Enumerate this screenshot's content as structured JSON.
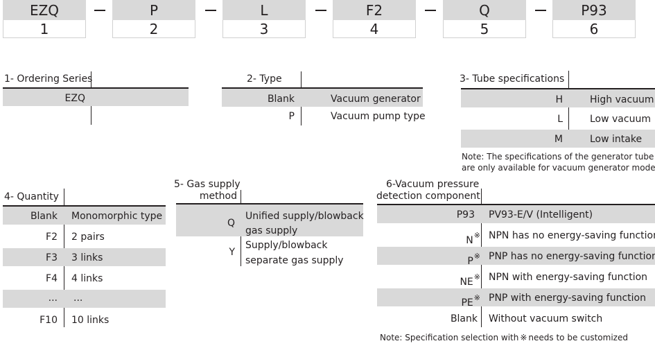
{
  "codes": [
    {
      "top": "EZQ",
      "bottom": "1"
    },
    {
      "top": "P",
      "bottom": "2"
    },
    {
      "top": "L",
      "bottom": "3"
    },
    {
      "top": "F2",
      "bottom": "4"
    },
    {
      "top": "Q",
      "bottom": "5"
    },
    {
      "top": "P93",
      "bottom": "6"
    }
  ],
  "t1": {
    "title": "1- Ordering Series",
    "rows": [
      {
        "code": "EZQ",
        "desc": ""
      }
    ]
  },
  "t2": {
    "title": "2- Type",
    "rows": [
      {
        "code": "Blank",
        "desc": "Vacuum generator"
      },
      {
        "code": "P",
        "desc": "Vacuum pump type"
      }
    ]
  },
  "t3": {
    "title": "3- Tube specifications",
    "rows": [
      {
        "code": "H",
        "desc": "High vacuum"
      },
      {
        "code": "L",
        "desc": "Low vacuum"
      },
      {
        "code": "M",
        "desc": "Low intake"
      }
    ],
    "note1": "Note: The specifications of the generator tube",
    "note2": "are only available for vacuum generator models"
  },
  "t4": {
    "title": "4- Quantity",
    "rows": [
      {
        "code": "Blank",
        "desc": "Monomorphic type"
      },
      {
        "code": "F2",
        "desc": "2 pairs"
      },
      {
        "code": "F3",
        "desc": "3 links"
      },
      {
        "code": "F4",
        "desc": "4 links"
      },
      {
        "code": "...",
        "desc": "..."
      },
      {
        "code": "F10",
        "desc": "10 links"
      }
    ]
  },
  "t5": {
    "title1": "5- Gas supply",
    "title2": "method",
    "rows": [
      {
        "code": "Q",
        "desc1": "Unified supply/blowback",
        "desc2": "gas supply"
      },
      {
        "code": "Y",
        "desc1": "Supply/blowback",
        "desc2": "separate gas supply"
      }
    ]
  },
  "t6": {
    "title1": "6-Vacuum pressure",
    "title2": "detection component",
    "rows": [
      {
        "code": "P93",
        "desc": "PV93-E/V (Intelligent)"
      },
      {
        "code": "N",
        "desc": "NPN has no energy-saving function"
      },
      {
        "code": "P",
        "desc": "PNP has no energy-saving function"
      },
      {
        "code": "NE",
        "desc": "NPN with energy-saving function"
      },
      {
        "code": "PE",
        "desc": "PNP with energy-saving function"
      },
      {
        "code": "Blank",
        "desc": "Without vacuum switch"
      }
    ],
    "mark": "※",
    "note_a": "Note: Specification selection with",
    "note_b": "needs to be customized"
  }
}
